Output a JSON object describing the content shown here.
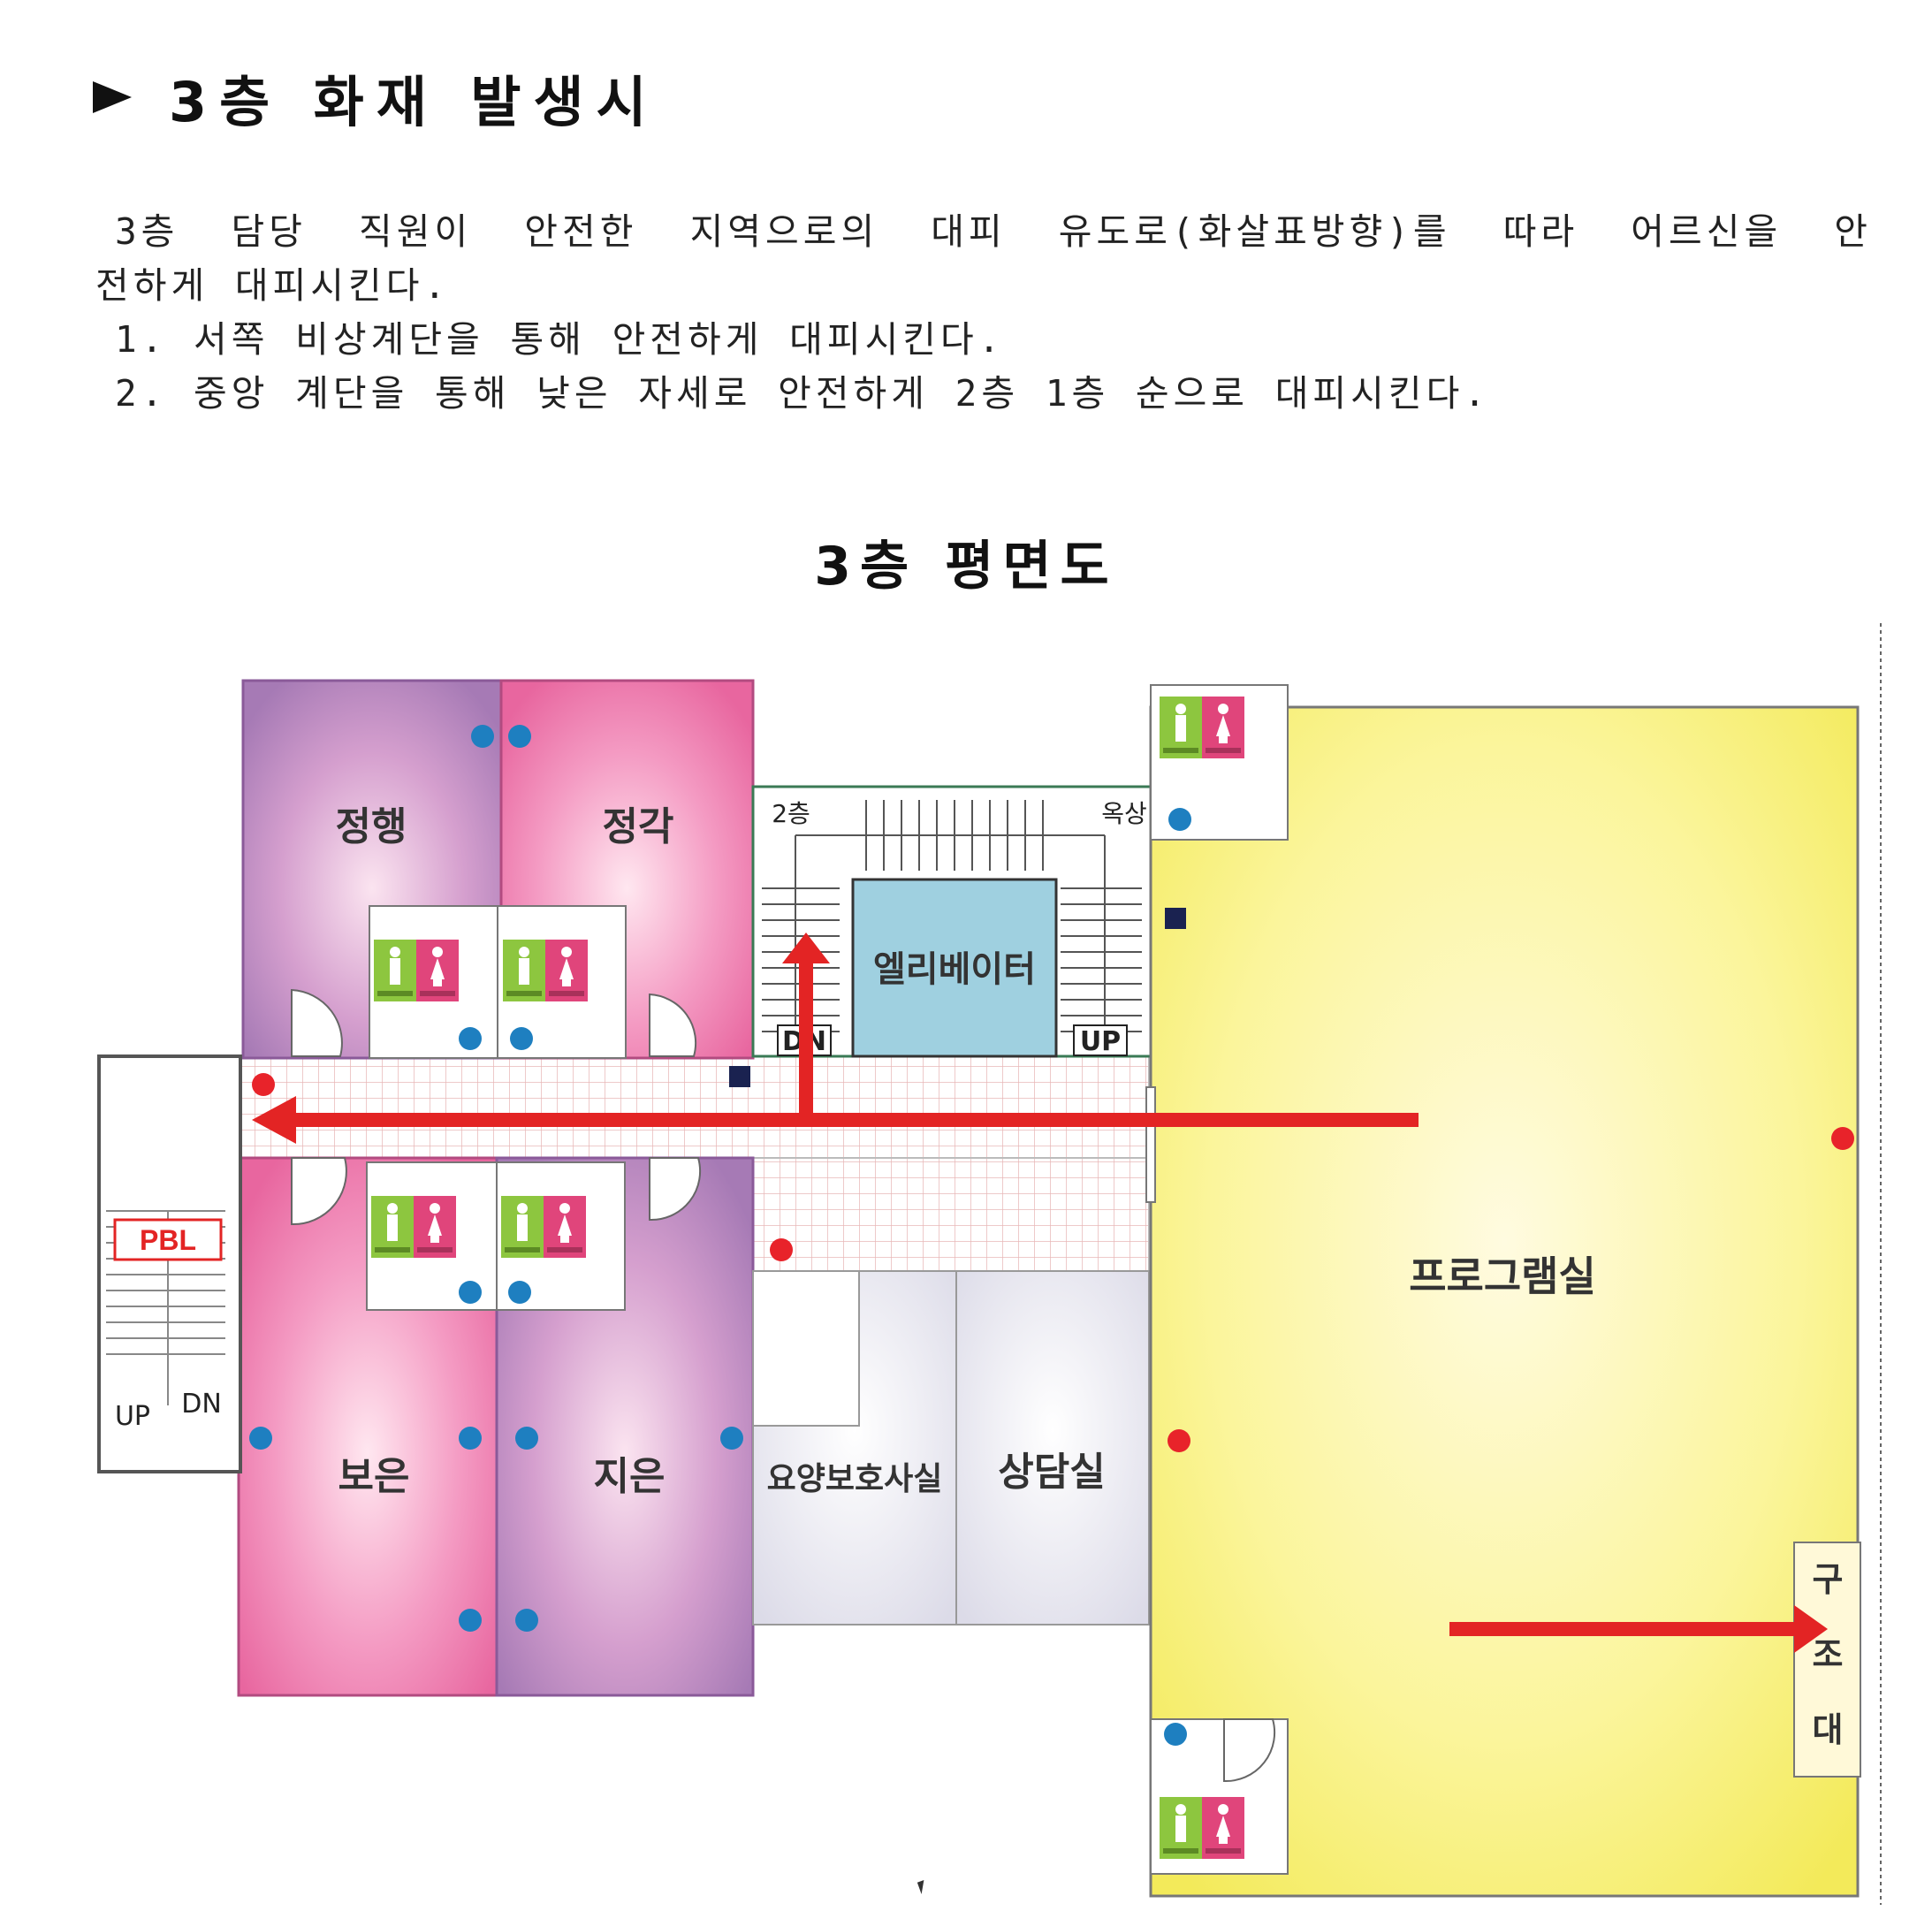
{
  "heading": "3층 화재 발생시",
  "instructions": {
    "line1": "3층 담당 직원이 안전한 지역으로의 대피 유도로(화살표방향)를 따라 어르신을 안",
    "line2": "전하게 대피시킨다.",
    "item1": "1. 서쪽 비상계단을 통해 안전하게 대피시킨다.",
    "item2": "2. 중앙 계단을 통해 낮은 자세로 안전하게 2층 1층 순으로 대피시킨다."
  },
  "plan": {
    "title": "3층 평면도",
    "rooms": {
      "jeonghaeng": "정행",
      "jeonggak": "정각",
      "boeun": "보은",
      "jieun": "지은",
      "yoyang": "요양보호사실",
      "sangdam": "상담실",
      "program": "프로그램실",
      "elevator": "엘리베이터"
    },
    "stairs": {
      "to_2f": "2층",
      "to_roof": "옥상",
      "center_dn": "DN",
      "center_up": "UP",
      "west_up": "UP",
      "west_dn": "DN"
    },
    "pbl": "PBL",
    "rescue": [
      "구",
      "조",
      "대"
    ]
  },
  "colors": {
    "purple_room": "#b48ac0",
    "pink_room": "#f08cb8",
    "yellow_room": "#f8f27a",
    "elevator": "#9fd0e0",
    "arrow": "#e32424",
    "blue_dot": "#1e7fc0",
    "red_dot": "#e8232a",
    "navy_marker": "#1a2250"
  }
}
